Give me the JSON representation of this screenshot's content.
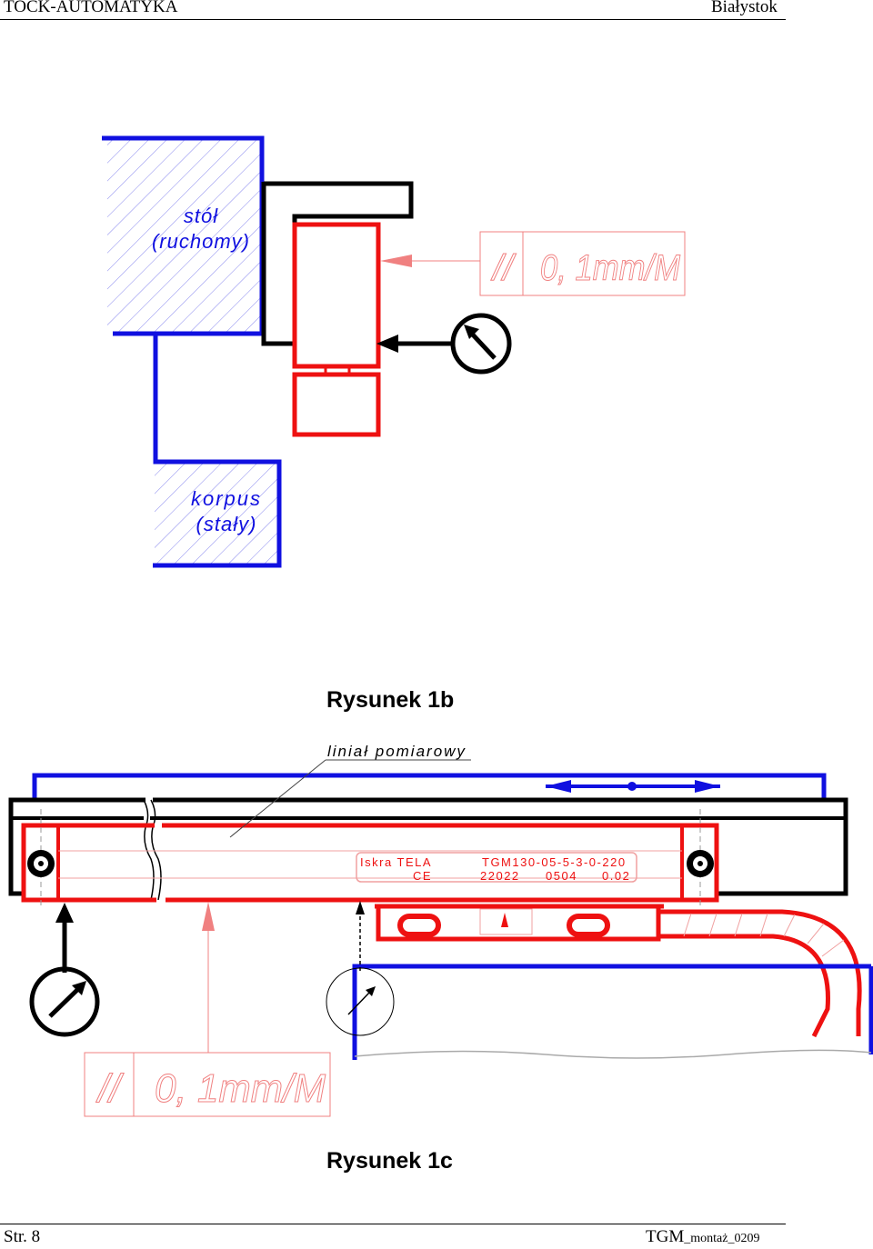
{
  "header": {
    "left": "TOCK-AUTOMATYKA",
    "right": "Białystok"
  },
  "fig1b": {
    "table_label_line1": "stół",
    "table_label_line2": "(ruchomy)",
    "body_label_line1": "korpus",
    "body_label_line2": "(stały)",
    "tolerance_symbol": "//",
    "tolerance_value": "0, 1mm/M",
    "caption": "Rysunek 1b"
  },
  "fig1c": {
    "leader_label": "liniał pomiarowy",
    "plate_line1_left": "Iskra TELA",
    "plate_line1_right": "TGM130-05-5-3-0-220",
    "plate_line2_left": "CE",
    "plate_line2_serial": "22022",
    "plate_line2_date": "0504",
    "plate_line2_accuracy": "0.02",
    "tolerance_symbol": "//",
    "tolerance_value": "0, 1mm/M",
    "caption": "Rysunek 1c"
  },
  "footer": {
    "page": "Str. 8",
    "doc_main": "TGM",
    "doc_sub": "_montaż_0209"
  },
  "colors": {
    "blue": "#1010e0",
    "red": "#ee1111",
    "black": "#000000",
    "light_red": "#f08080",
    "hatch": "#8888ee"
  }
}
